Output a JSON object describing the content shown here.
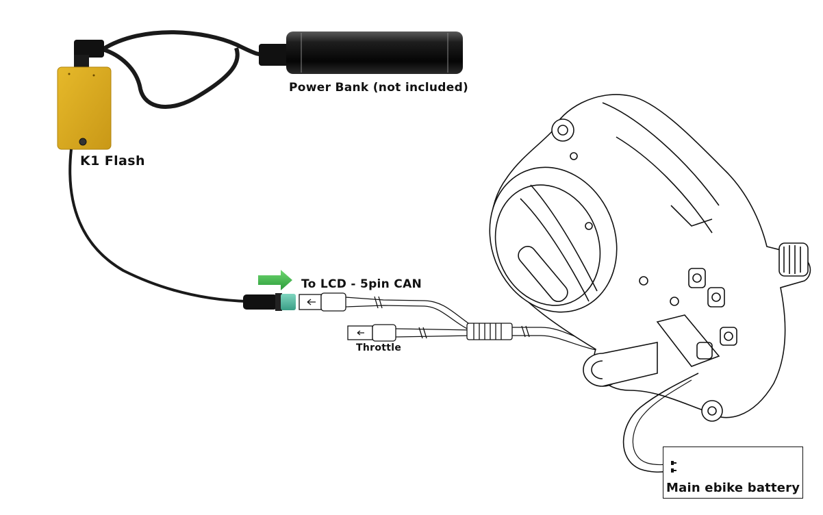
{
  "labels": {
    "power_bank": "Power Bank (not included)",
    "k1_flash": "K1 Flash",
    "to_lcd": "To LCD - 5pin CAN",
    "throttle": "Throttle",
    "main_battery": "Main ebike battery"
  },
  "colors": {
    "k1_body": "#d9ab1e",
    "arrow": "#3cb84a",
    "connector_teal": "#5bbfa4",
    "cable": "#1a1a1a",
    "line_art": "#111111"
  },
  "icons": {
    "arrow": "right-arrow-icon",
    "battery_connector": "connector-pin-icon"
  }
}
